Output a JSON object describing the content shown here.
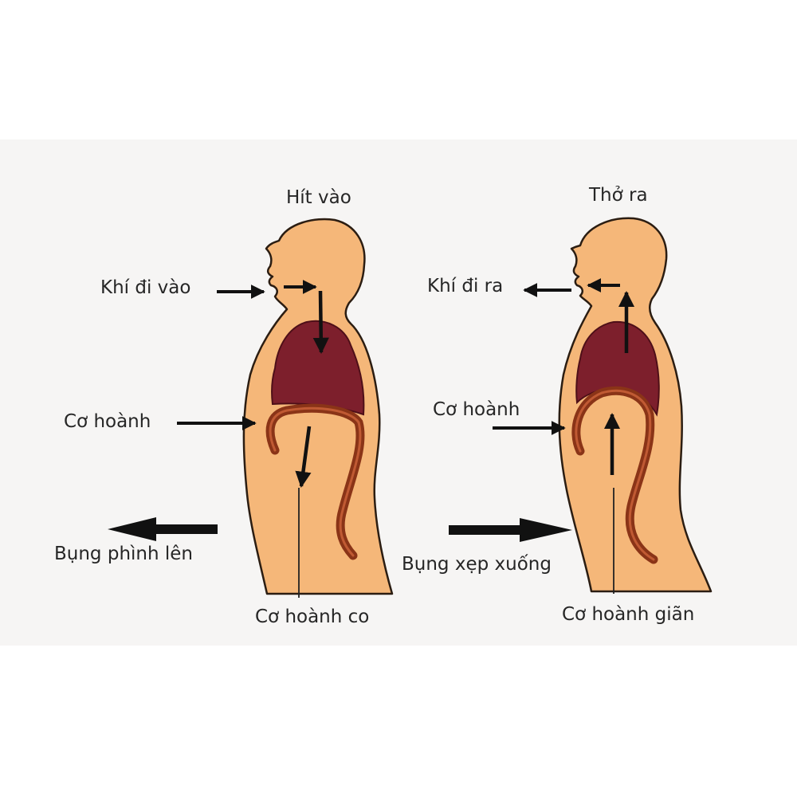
{
  "inhale": {
    "title": "Hít vào",
    "air_label": "Khí đi vào",
    "diaphragm_label": "Cơ hoành",
    "belly_label": "Bụng phình lên",
    "diaphragm_state": "Cơ hoành co"
  },
  "exhale": {
    "title": "Thở ra",
    "air_label": "Khí đi ra",
    "diaphragm_label": "Cơ hoành",
    "belly_label": "Bụng xẹp xuống",
    "diaphragm_state": "Cơ hoành giãn"
  },
  "colors": {
    "body": "#f5b779",
    "body_outline": "#2b1d12",
    "lung": "#7d1f2c",
    "diaphragm": "#8a3417",
    "arrow": "#111111",
    "background_band": "#f6f5f4"
  }
}
